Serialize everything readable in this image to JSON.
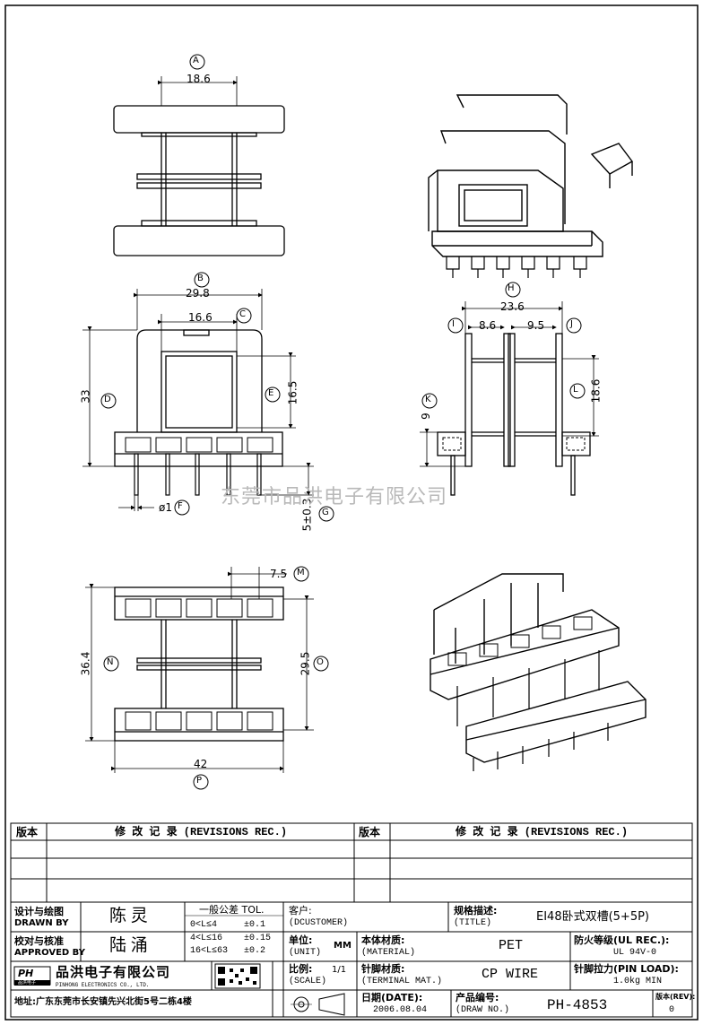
{
  "dimensions": {
    "top_view_width": "18.6",
    "front_width": "29.8",
    "front_window": "16.6",
    "front_height": "33",
    "front_window_height": "16.5",
    "pin_diameter": "ø1",
    "pin_length": "5±0.3",
    "side_width": "23.6",
    "side_left": "8.6",
    "side_right": "9.5",
    "side_height": "18.6",
    "side_base": "9",
    "bottom_pitch": "7.5",
    "bottom_height": "36.4",
    "bottom_inner": "29.5",
    "bottom_width": "42"
  },
  "labels": {
    "A": "A",
    "B": "B",
    "C": "C",
    "D": "D",
    "E": "E",
    "F": "F",
    "G": "G",
    "H": "H",
    "I": "I",
    "J": "J",
    "K": "K",
    "L": "L",
    "M": "M",
    "N": "N",
    "O": "O",
    "P": "P"
  },
  "watermark": "东莞市品洪电子有限公司",
  "revisions": {
    "col1": "版本",
    "col2": "修 改 记 录 (REVISIONS REC.)",
    "col3": "版本",
    "col4": "修 改 记 录 (REVISIONS REC.)"
  },
  "title_block": {
    "drawn_by_cn": "设计与绘图",
    "drawn_by_en": "DRAWN BY",
    "drawn_by_name": "陈 灵",
    "approved_cn": "校对与核准",
    "approved_en": "APPROVED BY",
    "approved_name": "陆 涌",
    "tol_title": "一般公差 TOL.",
    "tol_row1_range": "0<L≤4",
    "tol_row1_val": "±0.1",
    "tol_row2_range": "4<L≤16",
    "tol_row2_val": "±0.15",
    "tol_row3_range": "16<L≤63",
    "tol_row3_val": "±0.2",
    "customer_cn": "客户:",
    "customer_en": "(DCUSTOMER)",
    "title_cn": "规格描述:",
    "title_en": "(TITLE)",
    "title_value": "EI48卧式双槽(5+5P)",
    "unit_cn": "单位:",
    "unit_en": "(UNIT)",
    "unit_value": "MM",
    "material_cn": "本体材质:",
    "material_en": "(MATERIAL)",
    "material_value": "PET",
    "ul_cn": "防火等级(UL REC.):",
    "ul_value": "UL 94V-0",
    "company_cn": "品洪电子有限公司",
    "company_en": "PINHONG ELECTRONICS CO., LTD.",
    "logo_text": "PH",
    "logo_sub": "品洪电子",
    "scale_cn": "比例:",
    "scale_en": "(SCALE)",
    "scale_value": "1/1",
    "terminal_cn": "针脚材质:",
    "terminal_en": "(TERMINAL MAT.)",
    "terminal_value": "CP WIRE",
    "pin_load_cn": "针脚拉力(PIN LOAD):",
    "pin_load_value": "1.0kg MIN",
    "address": "地址:广东东莞市长安镇先兴北街5号二栋4楼",
    "date_cn": "日期(DATE):",
    "date_value": "2006.08.04",
    "drawno_cn": "产品编号:",
    "drawno_en": "(DRAW NO.)",
    "drawno_value": "PH-4853",
    "rev_cn": "版本(REV):",
    "rev_value": "0"
  }
}
